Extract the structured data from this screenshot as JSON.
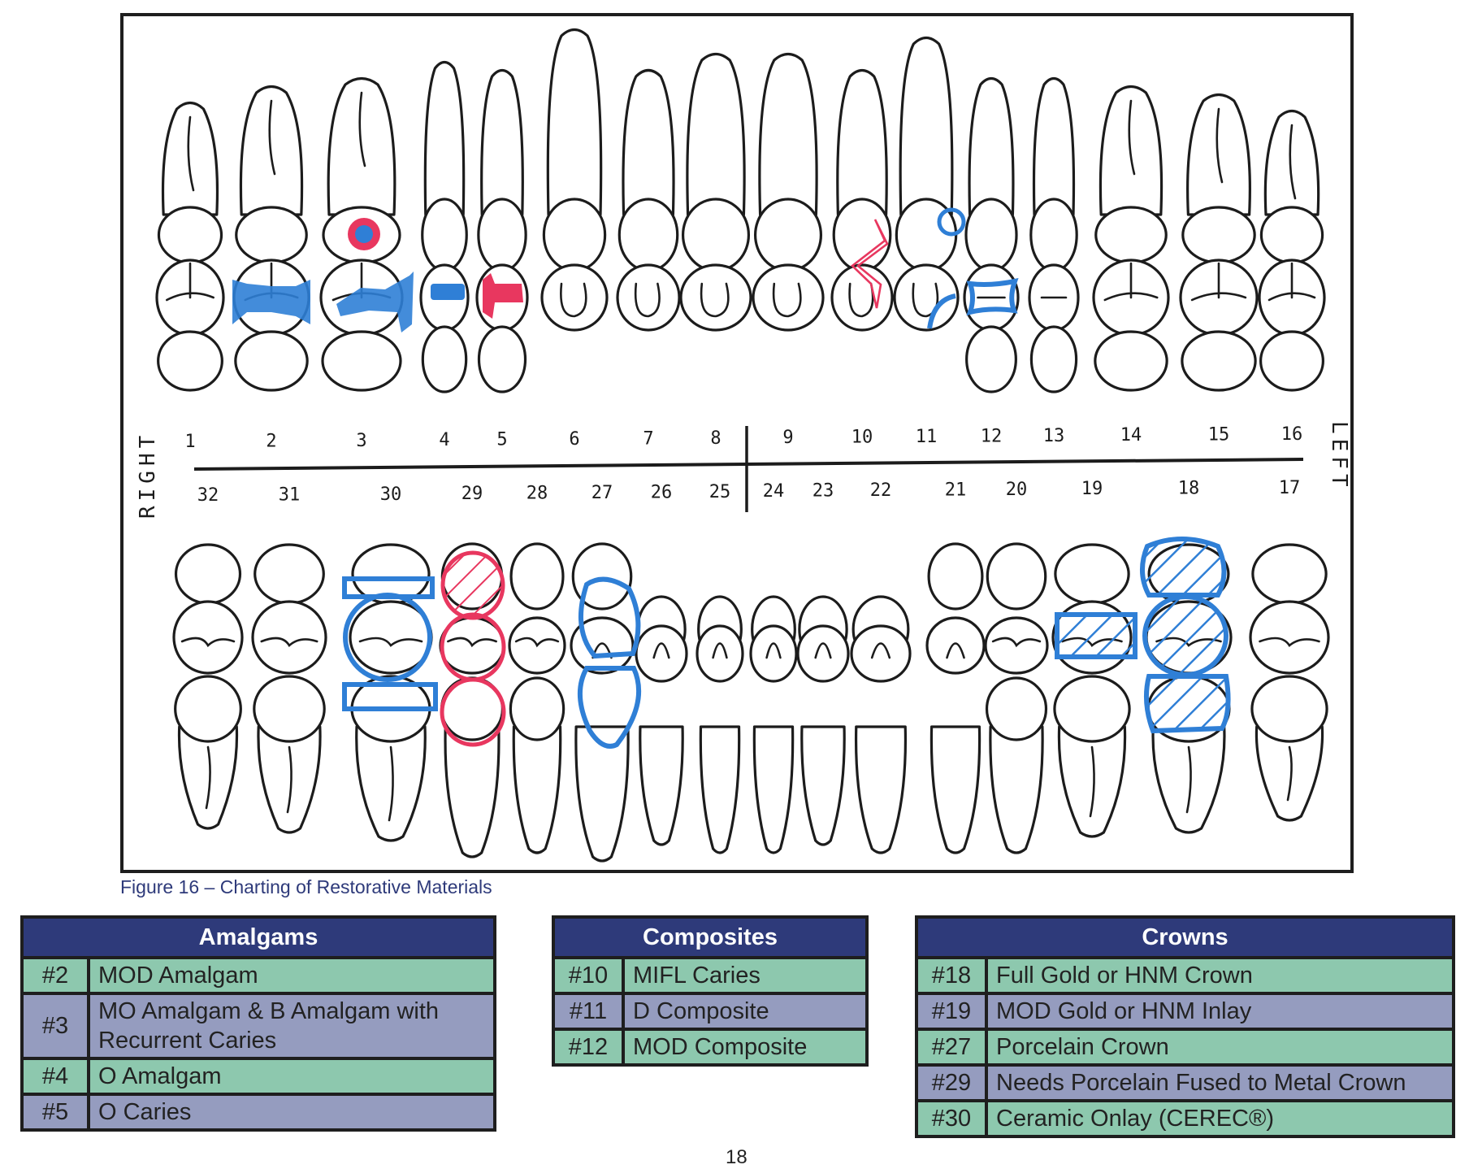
{
  "figure": {
    "caption": "Figure 16 – Charting of Restorative Materials",
    "side_labels": {
      "right": "RIGHT",
      "left": "LEFT"
    },
    "upper_numbers": [
      "1",
      "2",
      "3",
      "4",
      "5",
      "6",
      "7",
      "8",
      "9",
      "10",
      "11",
      "12",
      "13",
      "14",
      "15",
      "16"
    ],
    "lower_numbers": [
      "32",
      "31",
      "30",
      "29",
      "28",
      "27",
      "26",
      "25",
      "24",
      "23",
      "22",
      "21",
      "20",
      "19",
      "18",
      "17"
    ],
    "colors": {
      "amalgam_blue": "#2f7fd6",
      "caries_red": "#e8375f",
      "outline": "#1c1c1c"
    }
  },
  "tables": {
    "amalgams": {
      "title": "Amalgams",
      "rows": [
        {
          "tooth": "#2",
          "desc": "MOD Amalgam"
        },
        {
          "tooth": "#3",
          "desc": "MO Amalgam & B Amalgam with Recurrent Caries"
        },
        {
          "tooth": "#4",
          "desc": "O Amalgam"
        },
        {
          "tooth": "#5",
          "desc": "O Caries"
        }
      ]
    },
    "composites": {
      "title": "Composites",
      "rows": [
        {
          "tooth": "#10",
          "desc": "MIFL Caries"
        },
        {
          "tooth": "#11",
          "desc": "D Composite"
        },
        {
          "tooth": "#12",
          "desc": "MOD Composite"
        }
      ]
    },
    "crowns": {
      "title": "Crowns",
      "rows": [
        {
          "tooth": "#18",
          "desc": "Full Gold or HNM Crown"
        },
        {
          "tooth": "#19",
          "desc": "MOD Gold or HNM Inlay"
        },
        {
          "tooth": "#27",
          "desc": "Porcelain Crown"
        },
        {
          "tooth": "#29",
          "desc": "Needs Porcelain Fused to Metal Crown"
        },
        {
          "tooth": "#30",
          "desc": "Ceramic Onlay (CEREC®)"
        }
      ]
    },
    "colors": {
      "header": "#2e3a7a",
      "row_green": "#8dc8ae",
      "row_lavender": "#959cbf",
      "border": "#1e1e1e"
    }
  },
  "page_number": "18"
}
